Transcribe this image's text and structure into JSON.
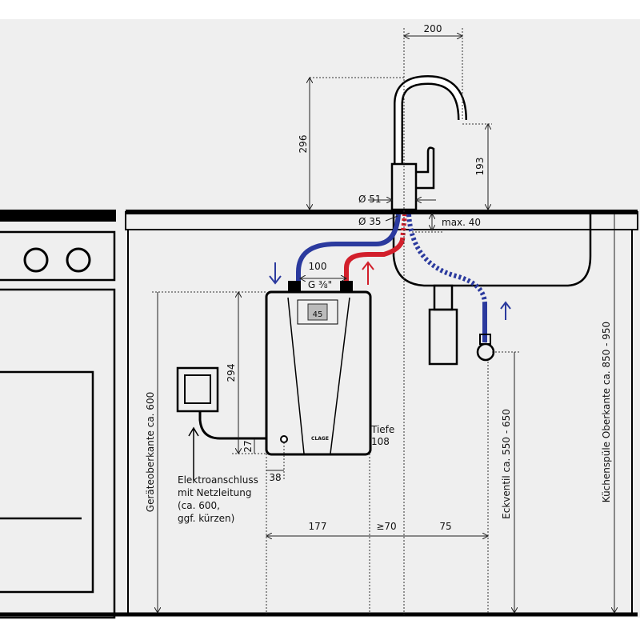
{
  "title": "Installation diagram – under-sink water heater",
  "colors": {
    "background": "#efefef",
    "cold": "#2b3a9e",
    "hot": "#d21f2b",
    "line": "#000000"
  },
  "device": {
    "display_value": "45",
    "brand": "CLAGE"
  },
  "dimensions": {
    "spout_reach": "200",
    "faucet_height": "296",
    "spout_height": "193",
    "faucet_diameter": "Ø 51",
    "hole_diameter": "Ø 35",
    "counter_thickness": "max. 40",
    "connector_spacing": "100",
    "thread": "G ⅜\"",
    "device_height": "294",
    "socket_offset_v": "27",
    "socket_offset_h": "38",
    "depth_label": "Tiefe",
    "depth_value": "108",
    "width_device": "177",
    "gap": "≥70",
    "valve_offset": "75",
    "device_top_height": "Geräteoberkante ca. 600",
    "valve_height": "Eckventil ca. 550 - 650",
    "sink_top_height": "Küchenspüle Oberkante ca. 850 - 950"
  },
  "annotation": {
    "line1": "Elektroanschluss",
    "line2": "mit Netzleitung",
    "line3": "(ca. 600,",
    "line4": "ggf. kürzen)"
  }
}
